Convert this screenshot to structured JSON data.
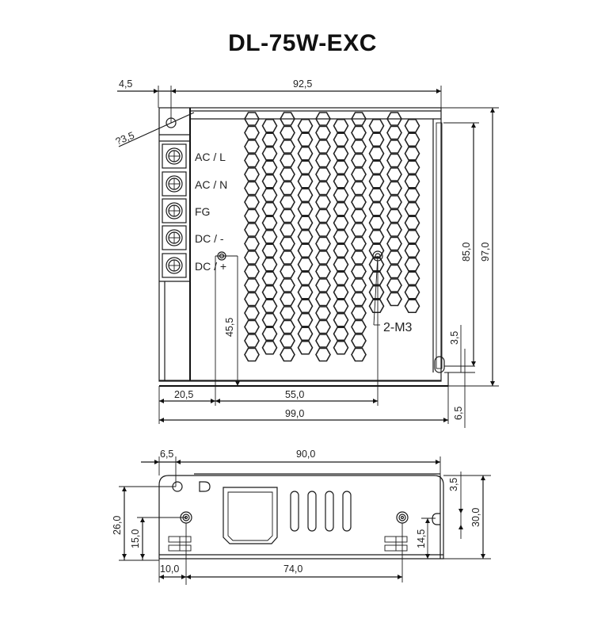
{
  "title": "DL-75W-EXC",
  "top_view": {
    "terminals": [
      "AC / L",
      "AC / N",
      "FG",
      "DC / -",
      "DC / +"
    ],
    "mount_label": "2-M3",
    "dimensions": {
      "left_offset": "4,5",
      "overall_width_top": "92,5",
      "hole_diameter": "?3,5",
      "hole_height": "45,5",
      "left_to_hole": "20,5",
      "hole_spacing": "55,0",
      "overall_width_bottom": "99,0",
      "inner_height": "85,0",
      "overall_height": "97,0",
      "slot_offset": "3,5",
      "base_offset": "6,5"
    }
  },
  "side_view": {
    "dimensions": {
      "left_offset": "6,5",
      "overall_width": "90,0",
      "hole_height_left": "26,0",
      "screw_height_left": "15,0",
      "left_to_screw": "10,0",
      "screw_spacing": "74,0",
      "top_offset": "3,5",
      "slot_height": "14,5",
      "overall_height": "30,0"
    }
  }
}
